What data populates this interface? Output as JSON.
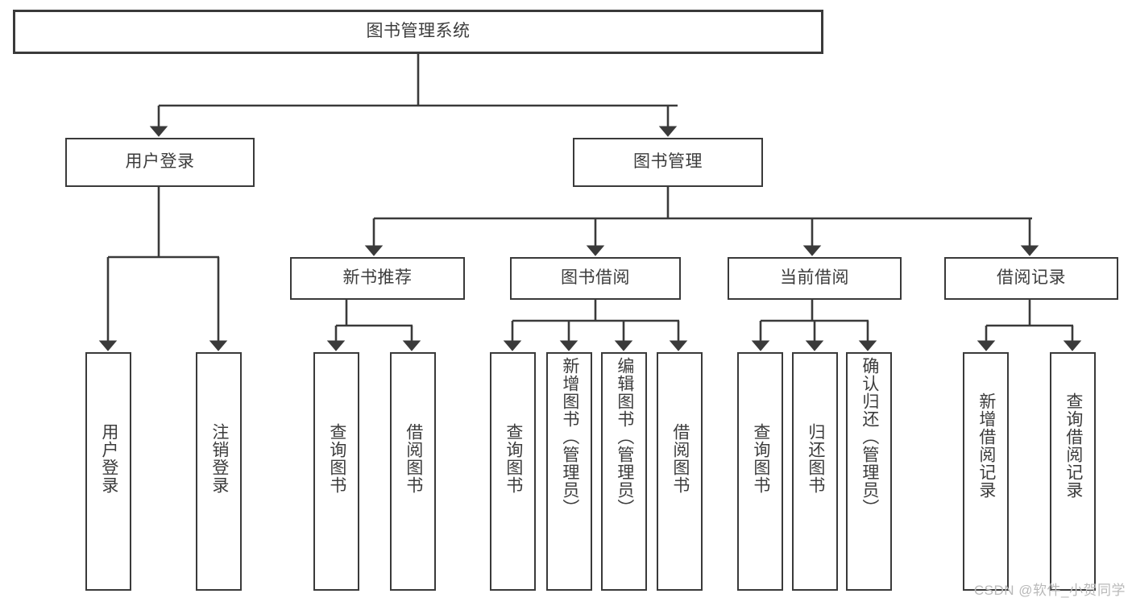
{
  "diagram": {
    "title": "图书管理系统",
    "type": "tree-hierarchy-chart",
    "stroke_color": "#3a3a3a",
    "text_color": "#3c3c3c",
    "background": "#ffffff"
  },
  "nodes": {
    "root": {
      "label": "图书管理系统"
    },
    "level2": [
      {
        "label": "用户登录"
      },
      {
        "label": "图书管理"
      }
    ],
    "level3": [
      {
        "label": "新书推荐"
      },
      {
        "label": "图书借阅"
      },
      {
        "label": "当前借阅"
      },
      {
        "label": "借阅记录"
      }
    ],
    "leaves": {
      "user_login": [
        {
          "label": "用户登录"
        },
        {
          "label": "注销登录"
        }
      ],
      "new_book_recommend": [
        {
          "label": "查询图书"
        },
        {
          "label": "借阅图书"
        }
      ],
      "book_borrow": [
        {
          "label": "查询图书"
        },
        {
          "label": "新增图书（管理员）"
        },
        {
          "label": "编辑图书（管理员）"
        },
        {
          "label": "借阅图书"
        }
      ],
      "current_borrow": [
        {
          "label": "查询图书"
        },
        {
          "label": "归还图书"
        },
        {
          "label": "确认归还（管理员）"
        }
      ],
      "borrow_record": [
        {
          "label": "新增借阅记录"
        },
        {
          "label": "查询借阅记录"
        }
      ]
    }
  },
  "watermark": {
    "text": "CSDN @软件_小贺同学"
  }
}
